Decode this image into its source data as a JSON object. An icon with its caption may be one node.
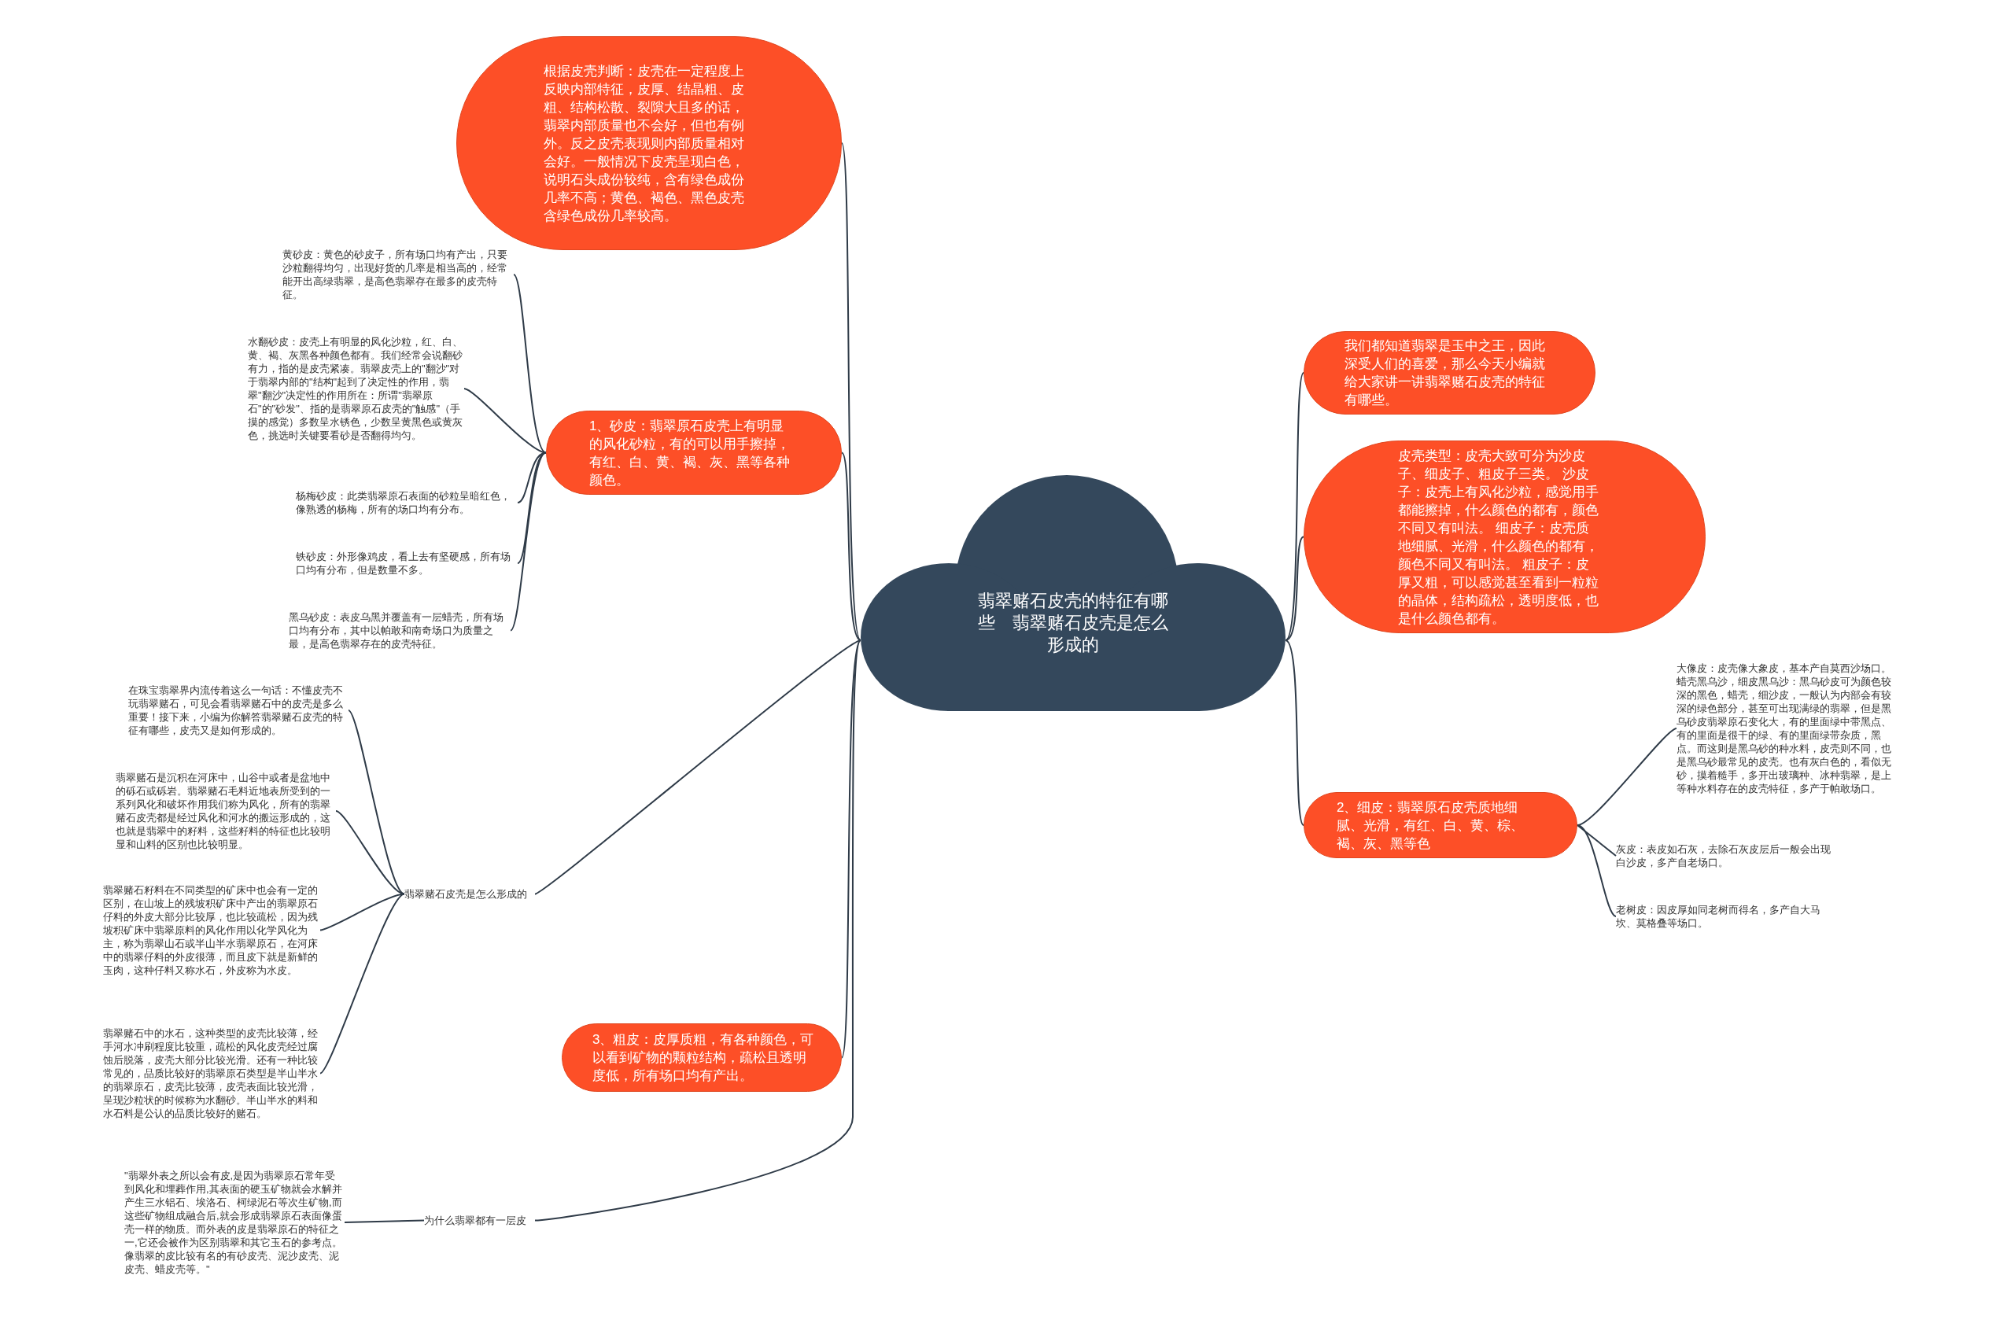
{
  "diagram": {
    "nodes": [
      {
        "text": [
          "翡翠赌石皮壳的特征有哪些　翡翠赌石皮壳是怎么形成的"
        ]
      },
      {
        "text": [
          "根据皮壳判断：皮壳在一定程度上反映内部特征，皮厚、结晶粗、皮粗、结构松散、裂隙大且多的话，翡翠内部质量也不会好，但也有例外。反之皮壳表现则内部质量相对会好。一般情况下皮壳呈现白色，说明石头成份较纯，含有绿色成份几率不高；黄色、褐色、黑色皮壳含绿色成份几率较高。"
        ]
      },
      {
        "text": [
          "1、砂皮：翡翠原石皮壳上有明显的风化砂粒，有的可以用手擦掉，有红、白、黄、褐、灰、黑等各种颜色。"
        ]
      },
      {
        "text": [
          "黄砂皮：黄色的砂皮子，所有场口均有产出，只要沙粒翻得均匀，出现好货的几率是相当高的，经常能开出高绿翡翠，是高色翡翠存在最多的皮壳特征。"
        ]
      },
      {
        "text": [
          "水翻砂皮：皮壳上有明显的风化沙粒，红、白、黄、褐、灰黑各种颜色都有。我们经常会说翻砂有力，指的是皮壳紧凑。翡翠皮壳上的\"翻沙\"对于翡翠内部的\"结构\"起到了决定性的作用，翡翠\"翻沙\"决定性的作用所在：所谓\"翡翠原石\"的\"砂发\"、指的是翡翠原石皮壳的\"触感\"（手摸的感觉）多数呈水锈色，少数呈黄黑色或黄灰色，挑选时关键要看砂是否翻得均匀。"
        ]
      },
      {
        "text": [
          "杨梅砂皮：此类翡翠原石表面的砂粒呈暗红色，像熟透的杨梅，所有的场口均有分布。"
        ]
      },
      {
        "text": [
          "铁砂皮：外形像鸡皮，看上去有坚硬感，所有场口均有分布，但是数量不多。"
        ]
      },
      {
        "text": [
          "黑乌砂皮：表皮乌黑并覆盖有一层蜡壳，所有场口均有分布，其中以帕敢和南奇场口为质量之最，是高色翡翠存在的皮壳特征。"
        ]
      },
      {
        "text": [
          "翡翠赌石皮壳是怎么形成的"
        ]
      },
      {
        "text": [
          "在珠宝翡翠界内流传着这么一句话：不懂皮壳不玩翡翠赌石，可见会看翡翠赌石中的皮壳是多么重要！接下来，小编为你解答翡翠赌石皮壳的特征有哪些，皮壳又是如何形成的。"
        ]
      },
      {
        "text": [
          "翡翠赌石是沉积在河床中，山谷中或者是盆地中的砾石或砾岩。翡翠赌石毛料近地表所受到的一系列风化和破坏作用我们称为风化，所有的翡翠赌石皮壳都是经过风化和河水的搬运形成的，这也就是翡翠中的籽料，这些籽料的特征也比较明显和山料的区别也比较明显。"
        ]
      },
      {
        "text": [
          "翡翠赌石籽料在不同类型的矿床中也会有一定的区别，在山坡上的残坡积矿床中产出的翡翠原石仔料的外皮大部分比较厚，也比较疏松，因为残坡积矿床中翡翠原料的风化作用以化学风化为主，称为翡翠山石或半山半水翡翠原石，在河床中的翡翠仔料的外皮很薄，而且皮下就是新鲜的玉肉，这种仔料又称水石，外皮称为水皮。"
        ]
      },
      {
        "text": [
          "翡翠赌石中的水石，这种类型的皮壳比较薄，经手河水冲刷程度比较重，疏松的风化皮壳经过腐蚀后脱落，皮壳大部分比较光滑。还有一种比较常见的，品质比较好的翡翠原石类型是半山半水的翡翠原石，皮壳比较薄，皮壳表面比较光滑，呈现沙粒状的时候称为水翻砂。半山半水的料和水石料是公认的品质比较好的赌石。"
        ]
      },
      {
        "text": [
          "3、粗皮：皮厚质粗，有各种颜色，可以看到矿物的颗粒结构，疏松且透明度低，所有场口均有产出。"
        ]
      },
      {
        "text": [
          "为什么翡翠都有一层皮"
        ]
      },
      {
        "text": [
          "\"翡翠外表之所以会有皮,是因为翡翠原石常年受到风化和埋葬作用,其表面的硬玉矿物就会水解并产生三水铝石、埃洛石、柯绿泥石等次生矿物,而这些矿物组成融合后,就会形成翡翠原石表面像蛋壳一样的物质。而外表的皮是翡翠原石的特征之一,它还会被作为区别翡翠和其它玉石的参考点。像翡翠的皮比较有名的有砂皮壳、泥沙皮壳、泥皮壳、蜡皮壳等。\""
        ]
      },
      {
        "text": [
          "我们都知道翡翠是玉中之王，因此深受人们的喜爱，那么今天小编就给大家讲一讲翡翠赌石皮壳的特征有哪些。"
        ]
      },
      {
        "text": [
          "皮壳类型：皮壳大致可分为沙皮子、细皮子、粗皮子三类。 沙皮子：皮壳上有风化沙粒，感觉用手都能擦掉，什么颜色的都有，颜色不同又有叫法。 细皮子：皮壳质地细腻、光滑，什么颜色的都有，颜色不同又有叫法。 粗皮子：皮厚又粗，可以感觉甚至看到一粒粒的晶体，结构疏松，透明度低，也是什么颜色都有。"
        ]
      },
      {
        "text": [
          "2、细皮：翡翠原石皮壳质地细腻、光滑，有红、白、黄、棕、褐、灰、黑等色"
        ]
      },
      {
        "text": [
          "大像皮：皮壳像大象皮，基本产自莫西沙场口。蜡壳黑乌沙，细皮黑乌沙：黑乌砂皮可为颜色较深的黑色，蜡壳，细沙皮，一般认为内部会有较深的绿色部分，甚至可出现满绿的翡翠，但是黑乌砂皮翡翠原石变化大，有的里面绿中带黑点、有的里面是很干的绿、有的里面绿带杂质，黑点。而这则是黑乌砂的种水料，皮壳则不同，也是黑乌砂最常见的皮壳。也有灰白色的，看似无砂，摸着糙手，多开出玻璃种、冰种翡翠，是上等种水料存在的皮壳特征，多产于帕敢场口。"
        ]
      },
      {
        "text": [
          "灰皮：表皮如石灰，去除石灰皮层后一般会出现白沙皮，多产自老场口。"
        ]
      },
      {
        "text": [
          "老树皮：因皮厚如同老树而得名，多产自大马坎、莫格叠等场口。"
        ]
      }
    ],
    "edges": [
      {
        "from": 0,
        "to": 1,
        "arrow": "none"
      },
      {
        "from": 0,
        "to": 2,
        "arrow": "none"
      },
      {
        "from": 2,
        "to": 3,
        "arrow": "none"
      },
      {
        "from": 2,
        "to": 4,
        "arrow": "none"
      },
      {
        "from": 2,
        "to": 5,
        "arrow": "none"
      },
      {
        "from": 2,
        "to": 6,
        "arrow": "none"
      },
      {
        "from": 2,
        "to": 7,
        "arrow": "none"
      },
      {
        "from": 0,
        "to": 8,
        "arrow": "none"
      },
      {
        "from": 8,
        "to": 9,
        "arrow": "none"
      },
      {
        "from": 8,
        "to": 10,
        "arrow": "none"
      },
      {
        "from": 8,
        "to": 11,
        "arrow": "none"
      },
      {
        "from": 8,
        "to": 12,
        "arrow": "none"
      },
      {
        "from": 0,
        "to": 13,
        "arrow": "none"
      },
      {
        "from": 0,
        "to": 14,
        "arrow": "none"
      },
      {
        "from": 14,
        "to": 15,
        "arrow": "none"
      },
      {
        "from": 0,
        "to": 16,
        "arrow": "none"
      },
      {
        "from": 0,
        "to": 17,
        "arrow": "none"
      },
      {
        "from": 0,
        "to": 18,
        "arrow": "none"
      },
      {
        "from": 18,
        "to": 19,
        "arrow": "none"
      },
      {
        "from": 18,
        "to": 20,
        "arrow": "none"
      },
      {
        "from": 18,
        "to": 21,
        "arrow": "none"
      }
    ]
  }
}
